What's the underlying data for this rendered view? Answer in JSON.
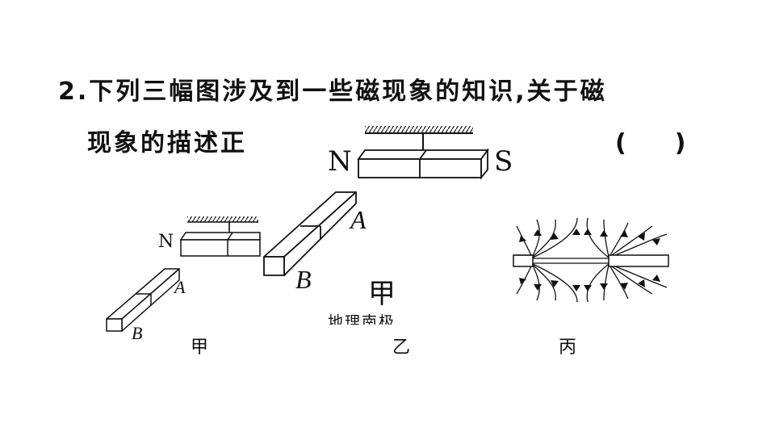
{
  "question": {
    "line1": "2.下列三幅图涉及到一些磁现象的知识,关于磁",
    "line2": "现象的描述正",
    "answer_paren": "(　　)"
  },
  "figures": {
    "big": {
      "north": "N",
      "south": "S",
      "end_a": "A",
      "end_b": "B",
      "caption": "甲"
    },
    "small": {
      "north": "N",
      "end_a": "A",
      "end_b": "B",
      "caption": "甲"
    },
    "yi": {
      "fragment": "地理南极",
      "caption": "乙"
    },
    "bing": {
      "caption": "丙"
    }
  }
}
